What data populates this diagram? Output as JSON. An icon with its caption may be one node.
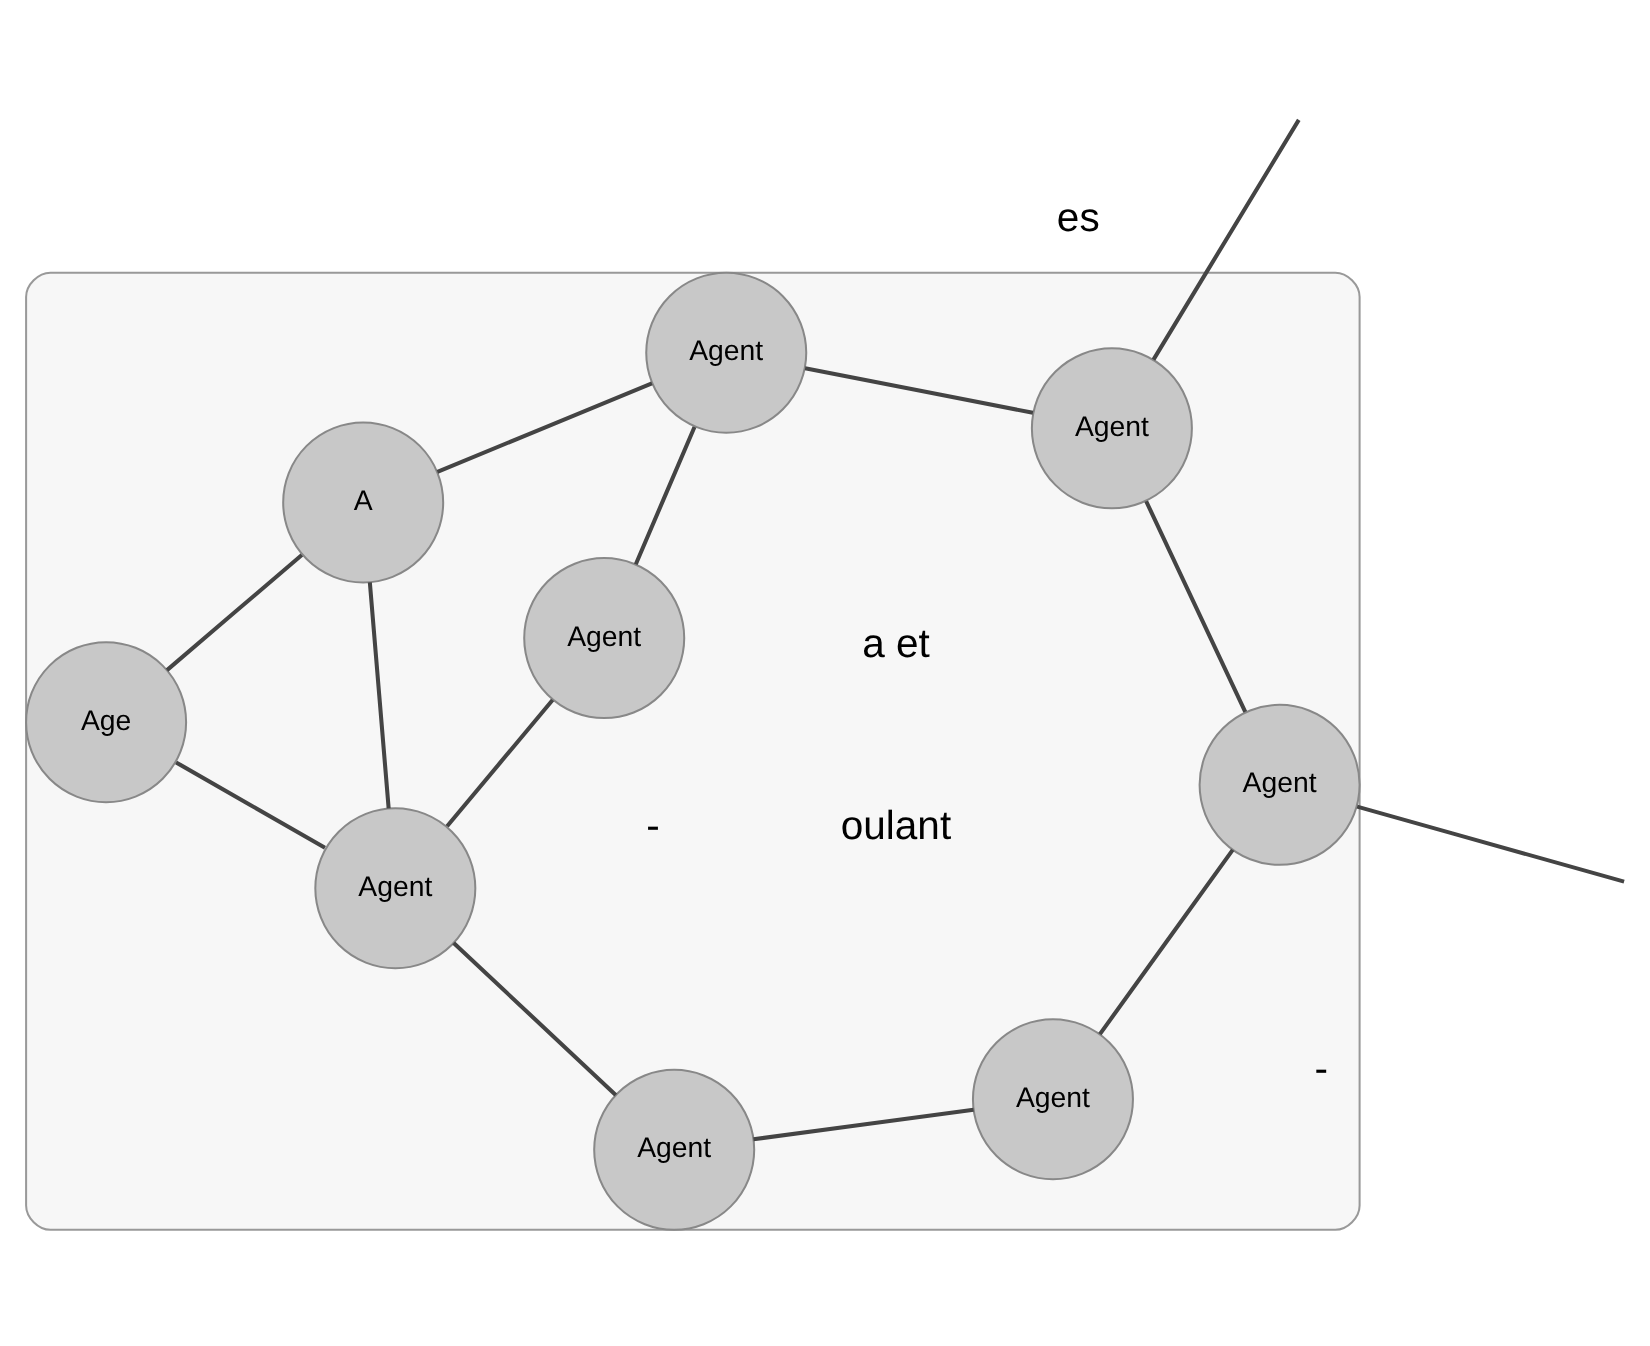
{
  "diagram": {
    "nodes": [
      {
        "text": [],
        "shape": "ellipse"
      },
      {
        "text": [
          "Agent"
        ],
        "in": 0
      },
      {
        "text": [
          "Agent"
        ],
        "in": 0
      },
      {
        "text": [
          "Agent"
        ],
        "in": 0
      },
      {
        "text": [
          "Age"
        ],
        "in": 0
      },
      {
        "text": [
          "Agent"
        ],
        "in": 0
      },
      {
        "text": [
          "Agent"
        ],
        "in": 0
      },
      {
        "text": [
          "A"
        ],
        "in": 0
      },
      {
        "text": [
          "Agent"
        ],
        "in": 0
      },
      {
        "text": [
          "Agent"
        ],
        "in": 0
      }
    ],
    "edges": [
      {
        "from": 1,
        "to": 2,
        "arrow": "none"
      },
      {
        "from": 1,
        "to": 3,
        "arrow": "none"
      },
      {
        "from": 2,
        "to": null,
        "arrow": "none"
      },
      {
        "from": 2,
        "to": 6,
        "arrow": "none"
      },
      {
        "from": 6,
        "to": null,
        "arrow": "none"
      },
      {
        "from": 6,
        "to": 5,
        "arrow": "none"
      },
      {
        "from": 3,
        "to": 8,
        "arrow": "none"
      },
      {
        "from": 4,
        "to": 8,
        "arrow": "none"
      },
      {
        "from": 4,
        "to": 7,
        "arrow": "none"
      },
      {
        "from": 5,
        "to": 7,
        "arrow": "none"
      },
      {
        "from": 5,
        "to": 9,
        "arrow": "none"
      },
      {
        "from": 9,
        "to": 8,
        "arrow": "none"
      },
      {
        "from": 8,
        "to": 7,
        "arrow": "none"
      }
    ],
    "labels": [
      "a et",
      "oulant",
      "-",
      "-",
      "es"
    ]
  }
}
